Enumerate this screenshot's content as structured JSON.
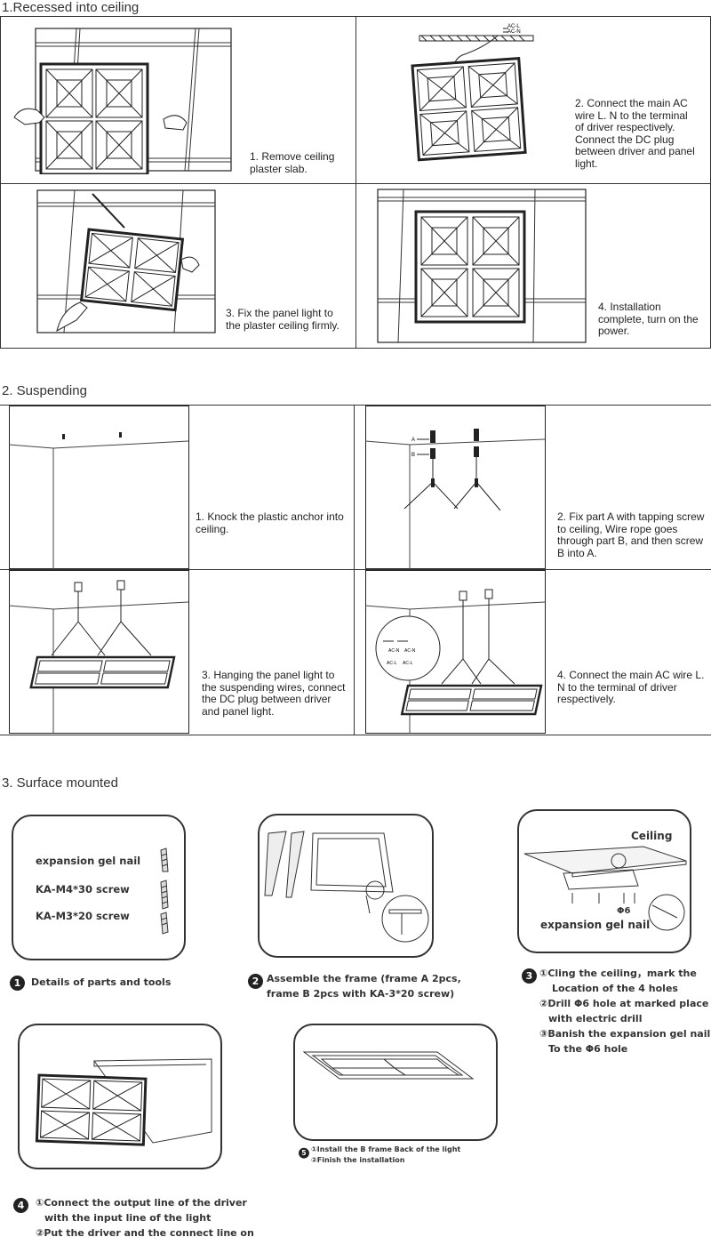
{
  "sections": {
    "recessed": {
      "title": "1.Recessed into ceiling",
      "steps": [
        "1. Remove ceiling plaster slab.",
        "2. Connect the main AC wire L. N to the terminal of driver respectively. Connect the DC plug between driver and panel light.",
        "3. Fix the panel light to the plaster ceiling firmly.",
        "4. Installation complete, turn on the power."
      ],
      "wire_labels": [
        "AC-L",
        "AC-N"
      ]
    },
    "suspending": {
      "title": "2. Suspending",
      "steps": [
        "1. Knock the plastic anchor into ceiling.",
        "2. Fix part A with tapping screw to ceiling, Wire rope goes through part B, and then screw B into A.",
        "3. Hanging the panel light to the suspending wires, connect the DC plug between driver and panel light.",
        "4. Connect the main AC wire L. N to the terminal of driver respectively."
      ],
      "part_labels": [
        "A",
        "B"
      ],
      "terminal_labels": [
        "AC-N",
        "AC-N",
        "AC-L",
        "AC-L"
      ]
    },
    "surface": {
      "title": "3. Surface mounted",
      "parts": [
        "expansion gel nail",
        "KA-M4*30  screw",
        "KA-M3*20  screw"
      ],
      "ceiling_label": "Ceiling",
      "hole_label": "Φ6",
      "nail_label": "expansion  gel nail",
      "steps": [
        {
          "num": "1",
          "lines": [
            "Details of parts and tools"
          ]
        },
        {
          "num": "2",
          "lines": [
            "Assemble the frame (frame A 2pcs,",
            "frame B 2pcs with KA-3*20 screw)"
          ]
        },
        {
          "num": "3",
          "lines": [
            "①Cling the ceiling，mark  the",
            "Location of the 4 holes",
            "②Drill Φ6 hole at marked place",
            "with electric drill",
            "③Banish the expansion gel nail",
            "To the  Φ6 hole"
          ]
        },
        {
          "num": "4",
          "lines": [
            "①Connect the output line of the driver",
            "with the input line of the light",
            "②Put the driver and the connect line on"
          ]
        },
        {
          "num": "5",
          "lines": [
            "①Install the B frame  Back of the light",
            "②Finish the installation"
          ]
        }
      ]
    }
  }
}
